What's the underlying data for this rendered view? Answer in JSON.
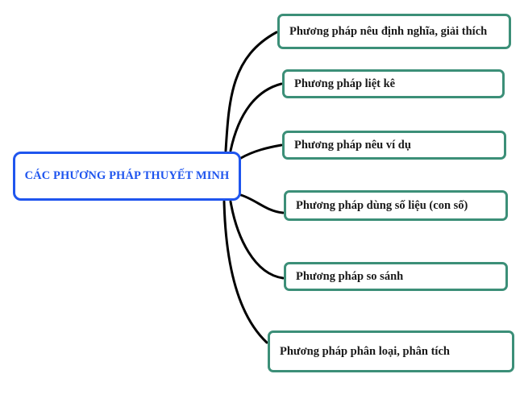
{
  "diagram": {
    "root": {
      "label": "CÁC PHƯƠNG PHÁP THUYẾT MINH"
    },
    "branches": [
      {
        "label": "Phương pháp nêu định nghĩa, giải thích"
      },
      {
        "label": "Phương pháp liệt kê"
      },
      {
        "label": "Phương pháp nêu ví dụ"
      },
      {
        "label": "Phương pháp dùng số liệu (con số)"
      },
      {
        "label": "Phương pháp so sánh"
      },
      {
        "label": "Phương pháp phân loại, phân tích"
      }
    ],
    "colors": {
      "root_border": "#1f55ee",
      "root_text": "#1f55ee",
      "branch_border": "#3c8f78",
      "connector": "#000000"
    }
  }
}
